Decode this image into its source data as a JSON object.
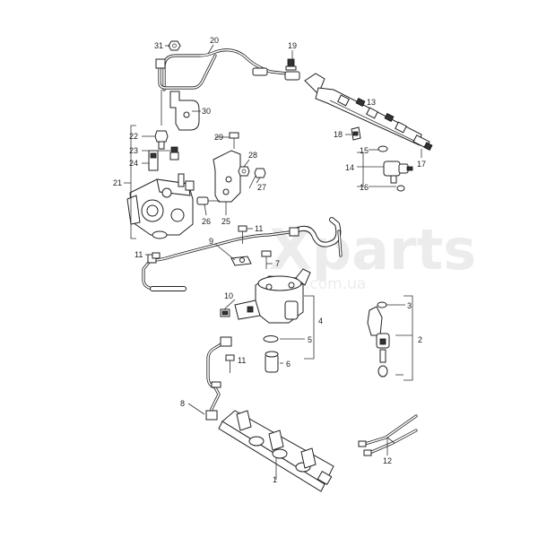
{
  "watermark": {
    "brand": "Xparts",
    "site": ".com.ua"
  },
  "callouts": [
    {
      "id": "1",
      "text": "1"
    },
    {
      "id": "2",
      "text": "2"
    },
    {
      "id": "3",
      "text": "3"
    },
    {
      "id": "4",
      "text": "4"
    },
    {
      "id": "5",
      "text": "5"
    },
    {
      "id": "6",
      "text": "6"
    },
    {
      "id": "7",
      "text": "7"
    },
    {
      "id": "8",
      "text": "8"
    },
    {
      "id": "9",
      "text": "9"
    },
    {
      "id": "10",
      "text": "10"
    },
    {
      "id": "11a",
      "text": "11"
    },
    {
      "id": "11b",
      "text": "11"
    },
    {
      "id": "11c",
      "text": "11"
    },
    {
      "id": "12",
      "text": "12"
    },
    {
      "id": "13",
      "text": "13"
    },
    {
      "id": "14",
      "text": "14"
    },
    {
      "id": "15",
      "text": "15"
    },
    {
      "id": "16",
      "text": "16"
    },
    {
      "id": "17",
      "text": "17"
    },
    {
      "id": "18",
      "text": "18"
    },
    {
      "id": "19",
      "text": "19"
    },
    {
      "id": "20",
      "text": "20"
    },
    {
      "id": "21",
      "text": "21"
    },
    {
      "id": "22",
      "text": "22"
    },
    {
      "id": "23",
      "text": "23"
    },
    {
      "id": "24",
      "text": "24"
    },
    {
      "id": "25",
      "text": "25"
    },
    {
      "id": "26",
      "text": "26"
    },
    {
      "id": "27",
      "text": "27"
    },
    {
      "id": "28",
      "text": "28"
    },
    {
      "id": "29",
      "text": "29"
    },
    {
      "id": "30",
      "text": "30"
    },
    {
      "id": "31",
      "text": "31"
    }
  ]
}
